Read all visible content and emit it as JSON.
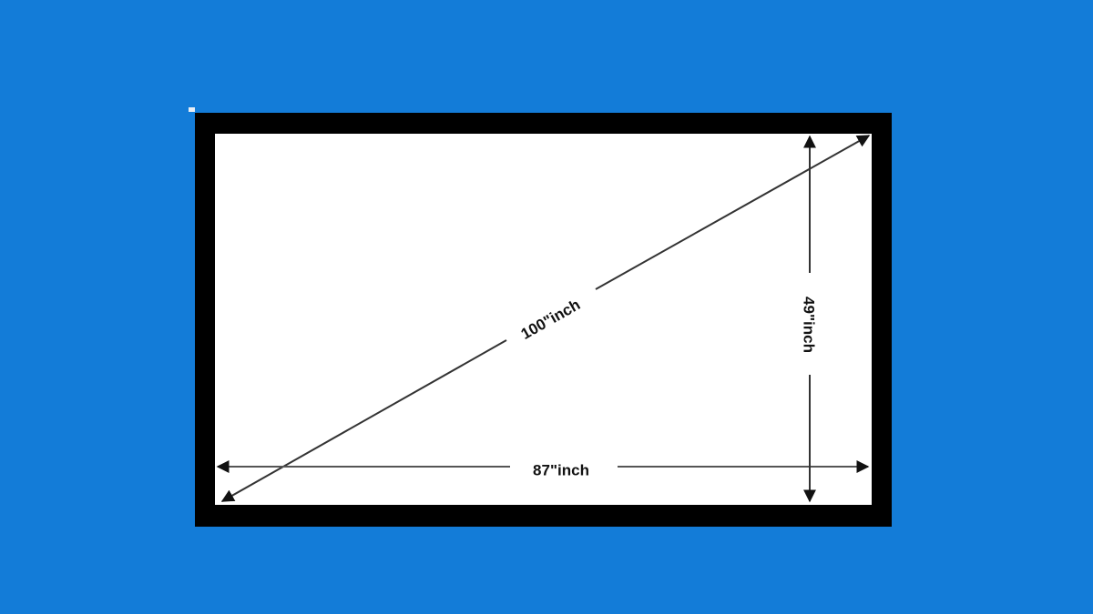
{
  "background_color": "#137cd8",
  "screen": {
    "frame_color": "#000000",
    "surface_color": "#ffffff"
  },
  "dimensions": {
    "diagonal": {
      "label": "100\"inch",
      "value": 100,
      "unit": "inch"
    },
    "width": {
      "label": "87\"inch",
      "value": 87,
      "unit": "inch"
    },
    "height": {
      "label": "49\"inch",
      "value": 49,
      "unit": "inch"
    }
  }
}
